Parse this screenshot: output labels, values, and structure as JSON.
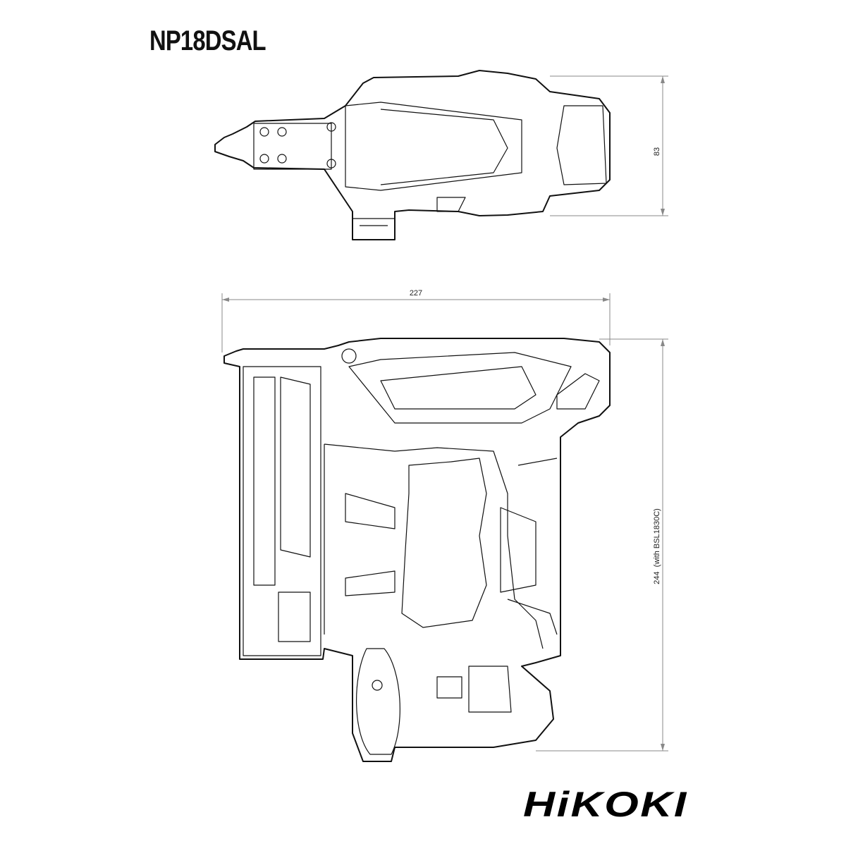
{
  "title": "NP18DSAL",
  "dimensions": {
    "width_top_view": "83",
    "length": "227",
    "height": "244  (with BSL1830C)"
  },
  "brand": {
    "logo_text": "HiKOKI",
    "color": "#000000"
  }
}
